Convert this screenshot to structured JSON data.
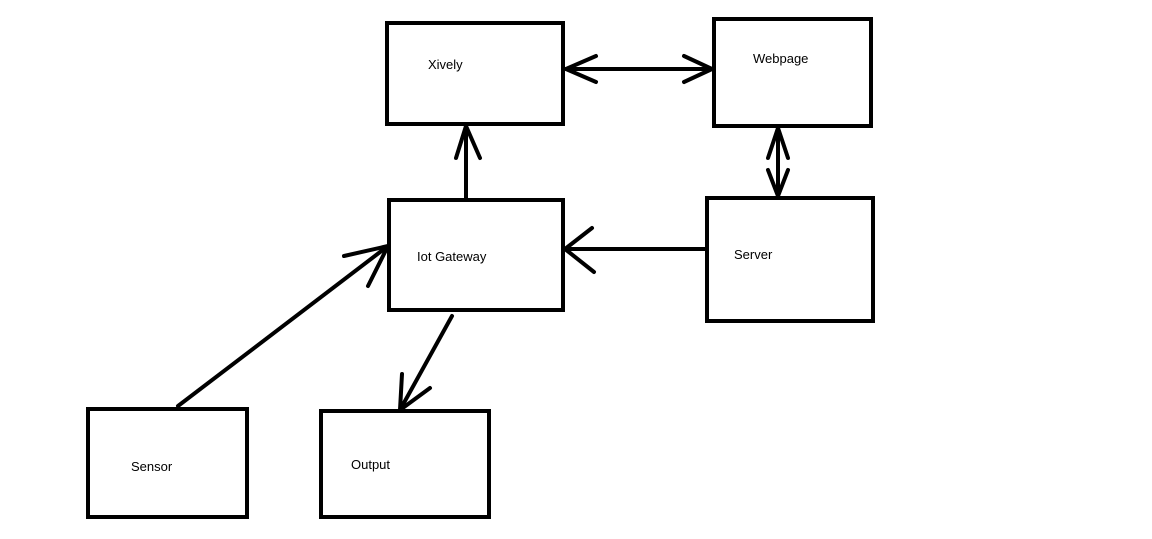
{
  "diagram": {
    "nodes": [
      {
        "id": "xively",
        "label": "Xively"
      },
      {
        "id": "webpage",
        "label": "Webpage"
      },
      {
        "id": "iot-gateway",
        "label": "Iot Gateway"
      },
      {
        "id": "server",
        "label": "Server"
      },
      {
        "id": "sensor",
        "label": "Sensor"
      },
      {
        "id": "output",
        "label": "Output"
      }
    ],
    "edges": [
      {
        "from": "xively",
        "to": "webpage",
        "direction": "both"
      },
      {
        "from": "webpage",
        "to": "server",
        "direction": "both"
      },
      {
        "from": "iot-gateway",
        "to": "xively",
        "direction": "forward"
      },
      {
        "from": "server",
        "to": "iot-gateway",
        "direction": "forward"
      },
      {
        "from": "sensor",
        "to": "iot-gateway",
        "direction": "forward"
      },
      {
        "from": "iot-gateway",
        "to": "output",
        "direction": "forward"
      }
    ],
    "colors": {
      "stroke": "#000000",
      "background": "#ffffff"
    }
  }
}
